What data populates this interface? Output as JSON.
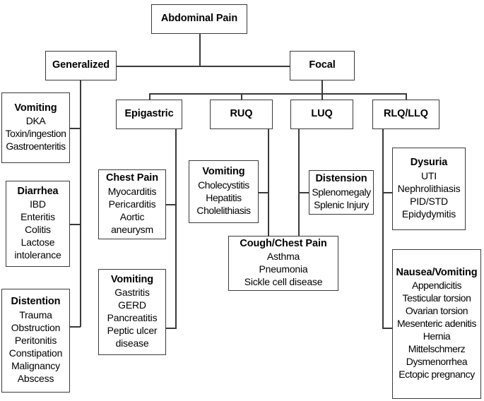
{
  "diagram": {
    "title": "Abdominal Pain differential diagnosis flowchart",
    "type": "tree-flowchart",
    "colors": {
      "line": "#3a3a3a",
      "text": "#000000",
      "background": "#ffffff"
    }
  },
  "root": {
    "label": "Abdominal Pain"
  },
  "level2": [
    {
      "label": "Generalized"
    },
    {
      "label": "Focal"
    }
  ],
  "level3": [
    {
      "label": "Epigastric"
    },
    {
      "label": "RUQ"
    },
    {
      "label": "LUQ"
    },
    {
      "label": "RLQ/LLQ"
    }
  ],
  "generalized_children": [
    {
      "title": "Vomiting",
      "items": [
        "DKA",
        "Toxin/ingestion",
        "Gastroenteritis"
      ]
    },
    {
      "title": "Diarrhea",
      "items": [
        "IBD",
        "Enteritis",
        "Colitis",
        "Lactose",
        "intolerance"
      ]
    },
    {
      "title": "Distention",
      "items": [
        "Trauma",
        "Obstruction",
        "Peritonitis",
        "Constipation",
        "Malignancy",
        "Abscess"
      ]
    }
  ],
  "epigastric_children": [
    {
      "title": "Chest Pain",
      "items": [
        "Myocarditis",
        "Pericarditis",
        "Aortic",
        "aneurysm"
      ]
    },
    {
      "title": "Vomiting",
      "items": [
        "Gastritis",
        "GERD",
        "Pancreatitis",
        "Peptic ulcer",
        "disease"
      ]
    }
  ],
  "ruq_children": [
    {
      "title": "Vomiting",
      "items": [
        "Cholecystitis",
        "Hepatitis",
        "Cholelithiasis"
      ]
    }
  ],
  "luq_children": [
    {
      "title": "Distension",
      "items": [
        "Splenomegaly",
        "Splenic Injury"
      ]
    }
  ],
  "shared_ruq_luq_child": {
    "title": "Cough/Chest Pain",
    "items": [
      "Asthma",
      "Pneumonia",
      "Sickle cell disease"
    ]
  },
  "rlq_llq_children": [
    {
      "title": "Dysuria",
      "items": [
        "UTI",
        "Nephrolithiasis",
        "PID/STD",
        "Epidydymitis"
      ]
    },
    {
      "title": "Nausea/Vomiting",
      "items": [
        "Appendicitis",
        "Testicular torsion",
        "Ovarian torsion",
        "Mesenteric adenitis",
        "Hernia",
        "Mittelschmerz",
        "Dysmenorrhea",
        "Ectopic pregnancy"
      ]
    }
  ]
}
